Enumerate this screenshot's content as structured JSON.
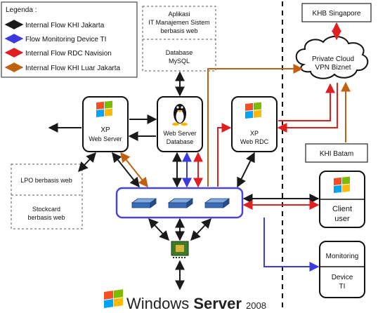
{
  "legend": {
    "title": "Legenda :",
    "items": [
      {
        "label": "Internal Flow KHI Jakarta",
        "color": "#1a1a1a"
      },
      {
        "label": "Flow Monitoring Device TI",
        "color": "#3a3ae0"
      },
      {
        "label": "Internal Flow RDC Navision",
        "color": "#e02020"
      },
      {
        "label": "Internal Flow KHI Luar Jakarta",
        "color": "#c06010"
      }
    ]
  },
  "colors": {
    "black": "#1a1a1a",
    "blue": "#3a3ae0",
    "red": "#e02020",
    "brown": "#c06010",
    "switch_border": "#4a44d8"
  },
  "app_box": {
    "line1": "Aplikasi",
    "line2": "IT Manajemen Sistem",
    "line3": "berbasis web",
    "db1": "Database",
    "db2": "MySQL"
  },
  "nodes": {
    "xp_web": {
      "line1": "XP",
      "line2": "Web Server"
    },
    "web_db": {
      "line1": "Web Server",
      "line2": "Database"
    },
    "xp_rdc": {
      "line1": "XP",
      "line2": "Web RDC"
    },
    "client": {
      "line1": "Client",
      "line2": "user"
    },
    "monitoring": {
      "line1": "Monitoring",
      "line2": "Device",
      "line3": "TI"
    }
  },
  "lpo_box": {
    "line1": "LPO berbasis web",
    "line2": "Stockcard",
    "line3": "berbasis web"
  },
  "khb": "KHB Singapore",
  "khi_batam": "KHI Batam",
  "cloud": {
    "line1": "Private Cloud",
    "line2": "VPN Biznet"
  },
  "windows": {
    "brand": "Windows",
    "product": "Server",
    "version": "2008"
  }
}
